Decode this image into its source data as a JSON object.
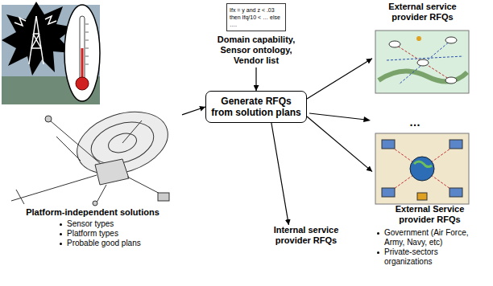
{
  "diagram": {
    "nodes": [
      {
        "text": [
          "Ifx = y and z < .03 then Ifq/10 < … else ….",
          "Domain capability, Sensor ontology, Vendor list"
        ]
      },
      {
        "text": [
          "External service provider RFQs"
        ]
      },
      {
        "text": [
          "Platform-independent solutions",
          "Sensor types",
          "Platform types",
          "Probable good plans"
        ]
      },
      {
        "text": [
          "Generate RFQs from solution plans"
        ]
      },
      {
        "text": [
          "Internal service provider RFQs"
        ]
      },
      {
        "text": [
          "External Service provider RFQs",
          "Government (Air Force, Army, Navy, etc)",
          "Private-sectors organizations"
        ]
      }
    ],
    "edges": [
      {
        "from": 2,
        "to": 3,
        "arrow": "to"
      },
      {
        "from": 0,
        "to": 3,
        "arrow": "to"
      },
      {
        "from": 3,
        "to": 1,
        "arrow": "to"
      },
      {
        "from": 3,
        "to": 5,
        "arrow": "to"
      },
      {
        "from": 3,
        "to": 4,
        "arrow": "to"
      }
    ],
    "labels": [
      "…"
    ]
  }
}
